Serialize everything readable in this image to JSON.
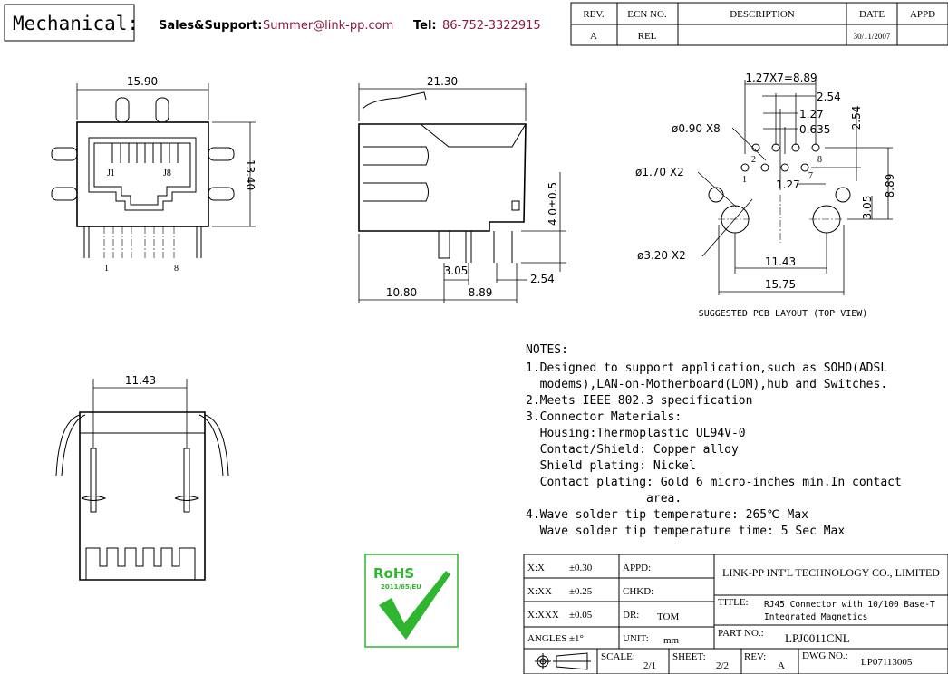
{
  "header": {
    "section_label": "Mechanical:",
    "sales_label": "Sales&Support:",
    "sales_email": "Summer@link-pp.com",
    "tel_label": "Tel:",
    "tel_number": "86-752-3322915",
    "accent_color": "#8b1a3a"
  },
  "revision_table": {
    "headers": [
      "REV.",
      "ECN NO.",
      "DESCRIPTION",
      "DATE",
      "APPD"
    ],
    "rows": [
      [
        "A",
        "REL",
        "",
        "30/11/2007",
        ""
      ]
    ]
  },
  "front_view": {
    "width_dim": "15.90",
    "height_dim": "13.40",
    "label_j1": "J1",
    "label_j8": "J8",
    "pin_1": "1",
    "pin_8": "8"
  },
  "side_view": {
    "length_dim": "21.30",
    "height_dim": "4.0±0.5",
    "dim_305": "3.05",
    "dim_254": "2.54",
    "dim_1080": "10.80",
    "dim_889": "8.89"
  },
  "bottom_view": {
    "width_dim": "11.43"
  },
  "pcb_layout": {
    "pitch_dim": "1.27X7=8.89",
    "dim_254_top": "2.54",
    "dim_127_top": "1.27",
    "dim_0635": "0.635",
    "dim_254_side": "2.54",
    "hole_090": "ø0.90  X8",
    "hole_170": "ø1.70  X2",
    "hole_320": "ø3.20  X2",
    "dim_127_mid": "1.27",
    "dim_889_side": "8.89",
    "dim_305_side": "3.05",
    "dim_1143": "11.43",
    "dim_1575": "15.75",
    "pin_1": "1",
    "pin_2": "2",
    "pin_7": "7",
    "pin_8": "8",
    "caption": "SUGGESTED PCB LAYOUT (TOP VIEW)"
  },
  "notes": {
    "heading": "NOTES:",
    "lines": [
      "1.Designed to support application,such as SOHO(ADSL",
      "  modems),LAN-on-Motherboard(LOM),hub and Switches.",
      "2.Meets IEEE 802.3 specification",
      "3.Connector Materials:",
      "  Housing:Thermoplastic UL94V-0",
      "  Contact/Shield: Copper alloy",
      "  Shield plating: Nickel",
      "  Contact plating: Gold 6 micro-inches min.In contact",
      "                 area.",
      "4.Wave solder tip temperature: 265℃ Max",
      "  Wave solder tip temperature time: 5 Sec Max"
    ]
  },
  "rohs": {
    "text": "RoHS",
    "directive": "2011/65/EU",
    "color": "#2fb52f"
  },
  "title_block": {
    "tol_xx_label": "X:X",
    "tol_xx_value": "±0.30",
    "tol_xxx_label": "X:XX",
    "tol_xxx_value": "±0.25",
    "tol_xxxx_label": "X:XXX",
    "tol_xxxx_value": "±0.05",
    "angles_label": "ANGLES",
    "angles_value": "±1°",
    "appd_label": "APPD:",
    "chkd_label": "CHKD:",
    "dr_label": "DR:",
    "dr_value": "TOM",
    "unit_label": "UNIT:",
    "unit_value": "mm",
    "company": "LINK-PP INT'L TECHNOLOGY CO., LIMITED",
    "title_label": "TITLE:",
    "title_line1": "RJ45 Connector with 10/100 Base-T",
    "title_line2": "Integrated Magnetics",
    "part_label": "PART NO.:",
    "part_value": "LPJ0011CNL",
    "scale_label": "SCALE:",
    "scale_value": "2/1",
    "sheet_label": "SHEET:",
    "sheet_value": "2/2",
    "rev_label": "REV:",
    "rev_value": "A",
    "dwg_label": "DWG NO.:",
    "dwg_value": "LP07113005"
  }
}
